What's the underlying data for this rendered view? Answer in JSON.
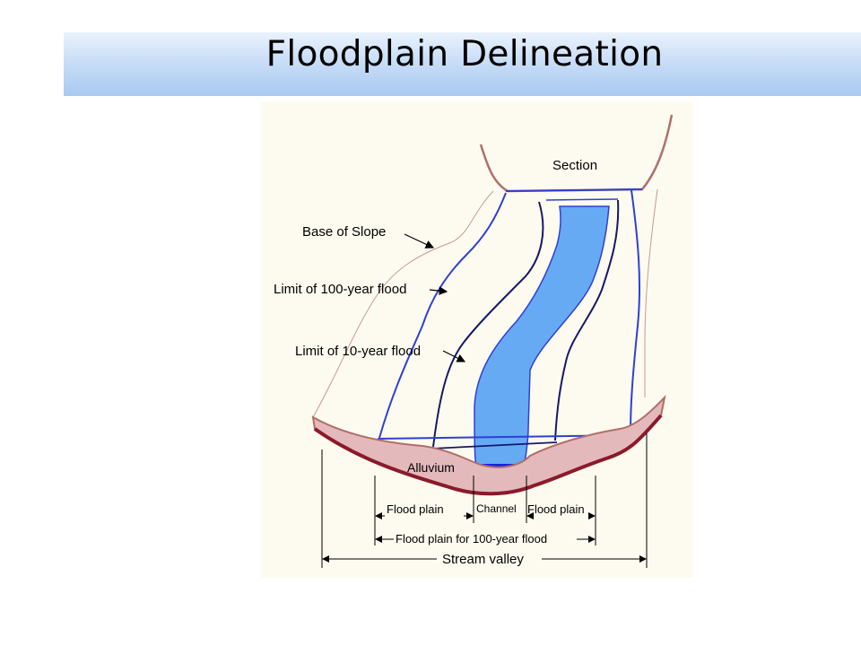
{
  "slide": {
    "title": "Floodplain Delineation"
  },
  "diagram": {
    "labels": {
      "section": "Section",
      "base_of_slope": "Base of Slope",
      "limit_100": "Limit of 100-year flood",
      "limit_10": "Limit of 10-year flood",
      "alluvium": "Alluvium",
      "flood_plain_left": "Flood plain",
      "channel": "Channel",
      "flood_plain_right": "Flood plain",
      "flood_plain_100": "Flood plain for 100-year flood",
      "stream_valley": "Stream valley"
    },
    "colors": {
      "background": "#fdfbef",
      "water": "#66aaf3",
      "water_dark": "#1a22e0",
      "flood_limit": "#2f3fd6",
      "flood_limit_dark": "#16186a",
      "slope": "#b07a72",
      "alluvium_fill": "#e4b9bc",
      "alluvium_edge": "#8b1a2b",
      "banner_top": "#eaf2fc",
      "banner_bottom": "#a9c9f1"
    }
  }
}
